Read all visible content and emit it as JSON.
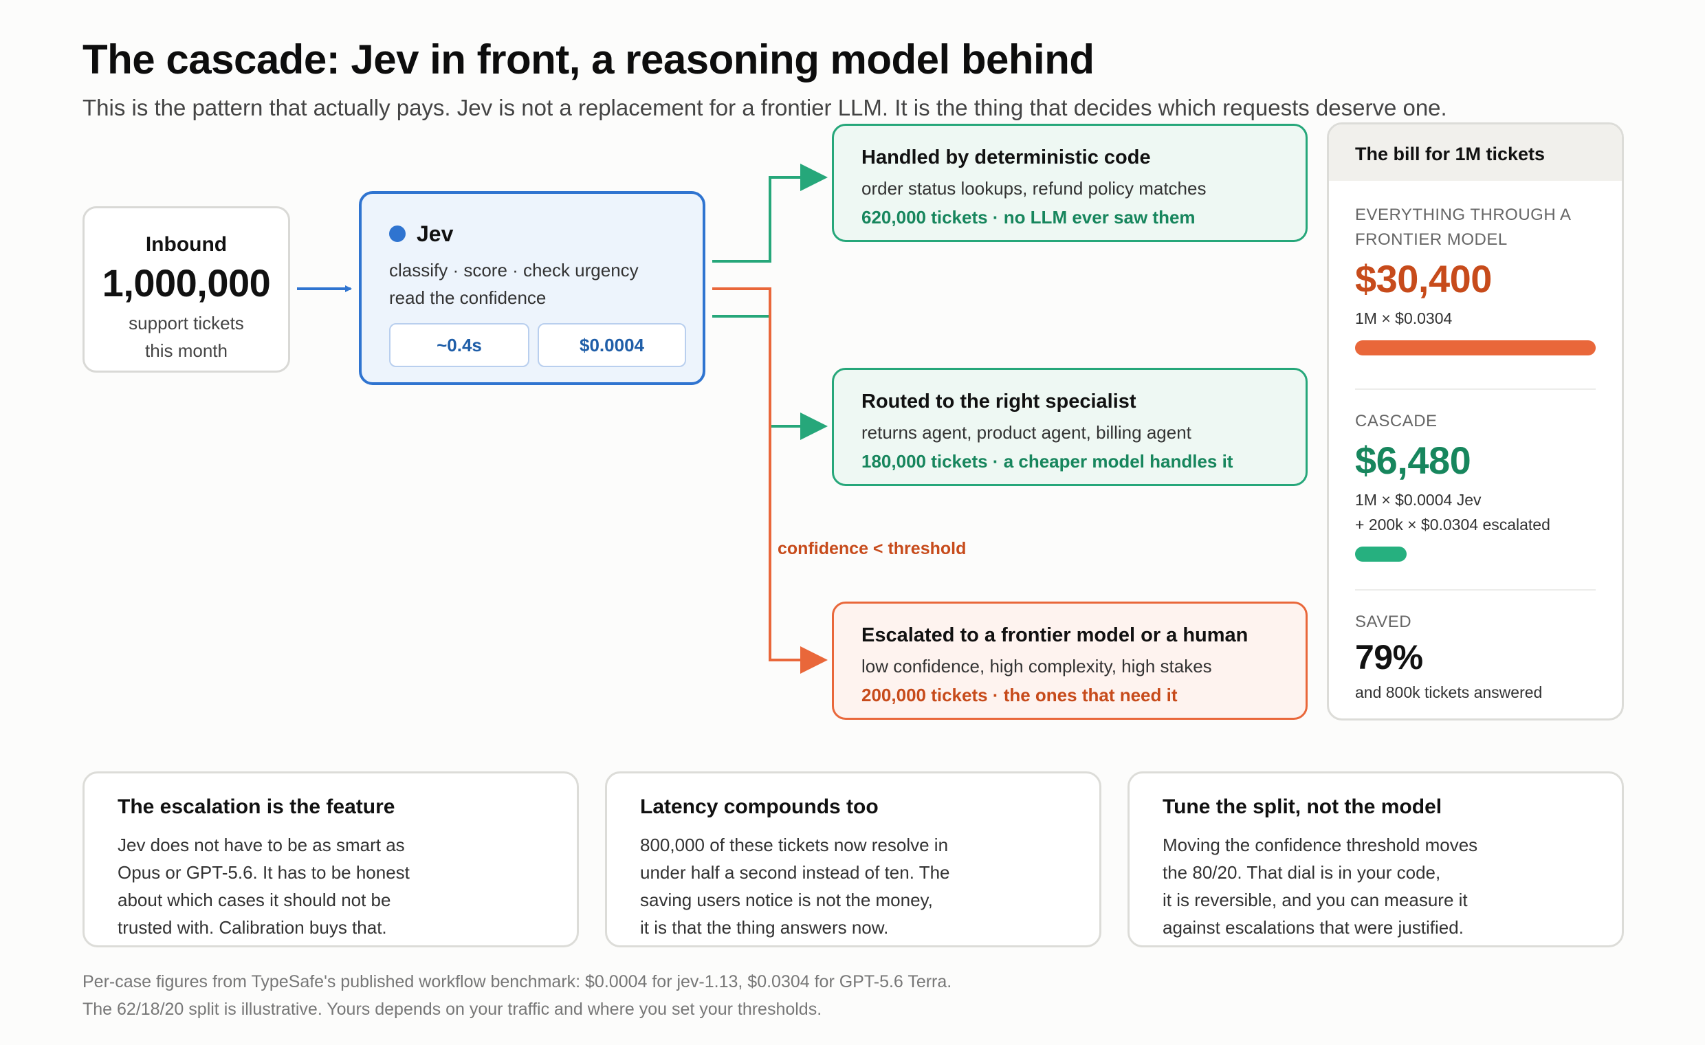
{
  "header": {
    "title": "The cascade: Jev in front, a reasoning model behind",
    "subtitle": "This is the pattern that actually pays. Jev is not a replacement for a frontier LLM. It is the thing that decides which requests deserve one."
  },
  "inbound": {
    "label": "Inbound",
    "count": "1,000,000",
    "line1": "support tickets",
    "line2": "this month"
  },
  "jev": {
    "name": "Jev",
    "line1": "classify · score · check urgency",
    "line2": "read the confidence",
    "latency": "~0.4s",
    "cost": "$0.0004"
  },
  "routes": [
    {
      "title": "Handled by deterministic code",
      "desc": "order status lookups, refund policy matches",
      "stat": "620,000 tickets · no LLM ever saw them"
    },
    {
      "title": "Routed to the right specialist",
      "desc": "returns agent, product agent, billing agent",
      "stat": "180,000 tickets · a cheaper model handles it"
    },
    {
      "title": "Escalated to a frontier model or a human",
      "desc": "low confidence, high complexity, high stakes",
      "stat": "200,000 tickets · the ones that need it"
    }
  ],
  "threshold_label": "confidence < threshold",
  "bill": {
    "header": "The bill for 1M tickets",
    "frontier": {
      "caption_line1": "EVERYTHING THROUGH A",
      "caption_line2": "FRONTIER MODEL",
      "amount": "$30,400",
      "formula": "1M × $0.0304",
      "bar_fraction": 1.0
    },
    "cascade": {
      "caption": "CASCADE",
      "amount": "$6,480",
      "formula_line1": "1M × $0.0004 Jev",
      "formula_line2": "+ 200k × $0.0304 escalated",
      "bar_fraction": 0.213
    },
    "saved": {
      "caption": "SAVED",
      "amount": "79%",
      "note": "and 800k tickets answered"
    }
  },
  "cards": [
    {
      "title": "The escalation is the feature",
      "lines": [
        "Jev does not have to be as smart as",
        "Opus or GPT-5.6. It has to be honest",
        "about which cases it should not be",
        "trusted with. Calibration buys that."
      ]
    },
    {
      "title": "Latency compounds too",
      "lines": [
        "800,000 of these tickets now resolve in",
        "under half a second instead of ten. The",
        "saving users notice is not the money,",
        "it is that the thing answers now."
      ]
    },
    {
      "title": "Tune the split, not the model",
      "lines": [
        "Moving the confidence threshold moves",
        "the 80/20. That dial is in your code,",
        "it is reversible, and you can measure it",
        "against escalations that were justified."
      ]
    }
  ],
  "footnote": {
    "line1": "Per-case figures from TypeSafe's published workflow benchmark: $0.0004 for jev-1.13, $0.0304 for GPT-5.6 Terra.",
    "line2": "The 62/18/20 split is illustrative. Yours depends on your traffic and where you set your thresholds."
  },
  "colors": {
    "jev_blue": "#2f74d0",
    "route_green": "#26a77a",
    "escalate_orange": "#e9673a",
    "frontier_red": "#c74b1b",
    "cascade_green": "#17865d"
  }
}
